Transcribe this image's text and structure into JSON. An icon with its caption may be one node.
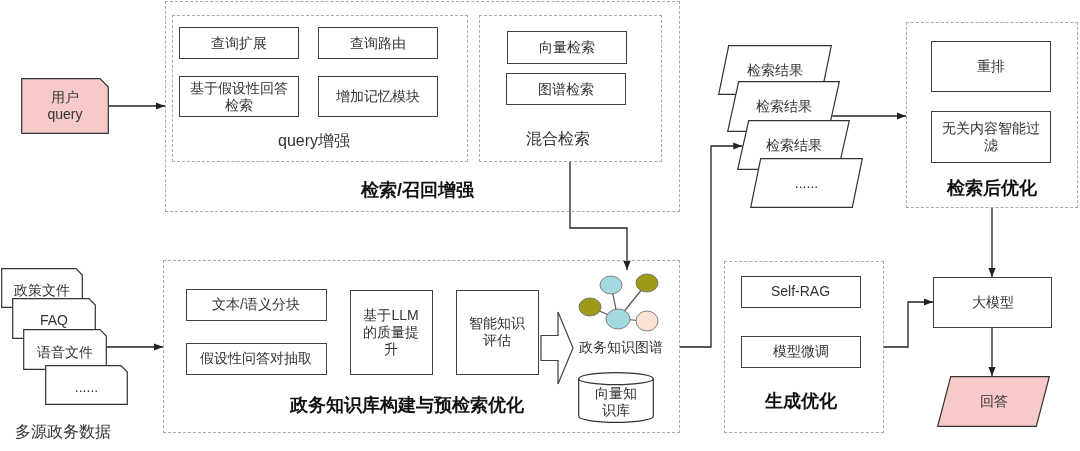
{
  "diagram": {
    "nodes": [
      {
        "text": [
          "用户query"
        ]
      },
      {
        "text": [
          "检索/召回增强"
        ]
      },
      {
        "text": [
          "query增强"
        ],
        "in": 1
      },
      {
        "text": [
          "查询扩展"
        ],
        "in": 2
      },
      {
        "text": [
          "查询路由"
        ],
        "in": 2
      },
      {
        "text": [
          "基于假设性回答检索"
        ],
        "in": 2
      },
      {
        "text": [
          "增加记忆模块"
        ],
        "in": 2
      },
      {
        "text": [
          "混合检索"
        ],
        "in": 1
      },
      {
        "text": [
          "向量检索"
        ],
        "in": 7
      },
      {
        "text": [
          "图谱检索"
        ],
        "in": 7
      },
      {
        "text": [
          "检索结果"
        ]
      },
      {
        "text": [
          "检索结果"
        ]
      },
      {
        "text": [
          "检索结果"
        ]
      },
      {
        "text": [
          "......"
        ]
      },
      {
        "text": [
          "检索后优化"
        ]
      },
      {
        "text": [
          "重排"
        ],
        "in": 14
      },
      {
        "text": [
          "无关内容智能过滤"
        ],
        "in": 14
      },
      {
        "text": [
          "政策文件"
        ]
      },
      {
        "text": [
          "FAQ"
        ]
      },
      {
        "text": [
          "语音文件"
        ]
      },
      {
        "text": [
          "......"
        ]
      },
      {
        "text": [
          "政务知识库构建与预检索优化"
        ]
      },
      {
        "text": [
          "文本/语义分块"
        ],
        "in": 21
      },
      {
        "text": [
          "假设性问答对抽取"
        ],
        "in": 21
      },
      {
        "text": [
          "基于LLM的质量提升"
        ],
        "in": 21
      },
      {
        "text": [
          "智能知识评估"
        ],
        "in": 21
      },
      {
        "text": [
          "政务知识图谱"
        ],
        "in": 21
      },
      {
        "text": [
          "向量知识库"
        ],
        "in": 21
      },
      {
        "text": [
          "生成优化"
        ]
      },
      {
        "text": [
          "Self-RAG"
        ],
        "in": 28
      },
      {
        "text": [
          "模型微调"
        ],
        "in": 28
      },
      {
        "text": [
          "大模型"
        ]
      },
      {
        "text": [
          "回答"
        ]
      }
    ],
    "edges": [
      {
        "from": 0,
        "to": 1,
        "arrow": "to"
      },
      {
        "from": 7,
        "to": 26,
        "arrow": "to"
      },
      {
        "from": 21,
        "to": 12,
        "arrow": "to"
      },
      {
        "from": 11,
        "to": 14,
        "arrow": "to"
      },
      {
        "from": 14,
        "to": 31,
        "arrow": "to"
      },
      {
        "from": 28,
        "to": 31,
        "arrow": "to"
      },
      {
        "from": 31,
        "to": 32,
        "arrow": "to"
      },
      {
        "from": 19,
        "to": 21,
        "arrow": "to"
      },
      {
        "from": 25,
        "to": 26,
        "arrow": "to",
        "style": "thick"
      }
    ],
    "labels": [
      "多源政务数据"
    ]
  }
}
